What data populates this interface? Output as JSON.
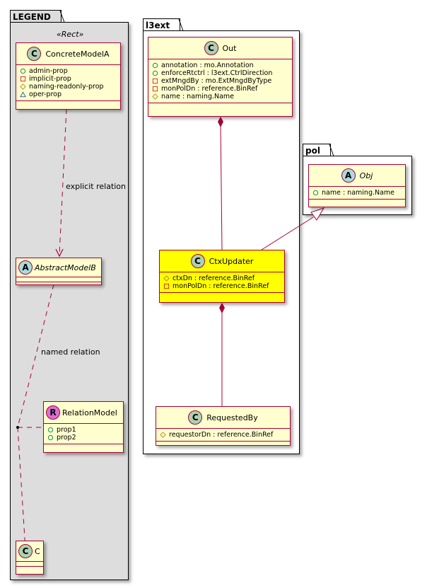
{
  "colors": {
    "class_fill": "#fefece",
    "class_border": "#a80036",
    "highlight_fill": "#ffff00",
    "legend_fill": "#dddddd",
    "protected_icon": "#b38d22",
    "public_icon": "#038048",
    "private_icon": "#c82930",
    "package_icon": "#1963a0"
  },
  "packages": {
    "legend": {
      "name": "LEGEND",
      "stereotype": "«Rect»",
      "classes": {
        "concrete": {
          "icon": "C",
          "name": "ConcreteModelA",
          "attributes": [
            {
              "visibility": "public",
              "text": "admin-prop"
            },
            {
              "visibility": "private",
              "text": "implicit-prop"
            },
            {
              "visibility": "protected",
              "text": "naming-readonly-prop"
            },
            {
              "visibility": "package",
              "text": "oper-prop"
            }
          ]
        },
        "abstract": {
          "icon": "A",
          "name": "AbstractModelB",
          "attributes": []
        },
        "relation": {
          "icon": "R",
          "name": "RelationModel",
          "attributes": [
            {
              "visibility": "public",
              "text": "prop1"
            },
            {
              "visibility": "public",
              "text": "prop2"
            }
          ]
        },
        "c": {
          "icon": "C",
          "name": "C",
          "attributes": []
        }
      },
      "links": {
        "explicit": "explicit relation",
        "named": "named relation"
      }
    },
    "l3ext": {
      "name": "l3ext",
      "classes": {
        "out": {
          "icon": "C",
          "name": "Out",
          "attributes": [
            {
              "visibility": "public",
              "text": "annotation : mo.Annotation"
            },
            {
              "visibility": "public",
              "text": "enforceRtctrl : l3ext.CtrlDirection"
            },
            {
              "visibility": "private",
              "text": "extMngdBy : mo.ExtMngdByType"
            },
            {
              "visibility": "private",
              "text": "monPolDn : reference.BinRef"
            },
            {
              "visibility": "protected",
              "text": "name : naming.Name"
            }
          ]
        },
        "ctx": {
          "icon": "C",
          "name": "CtxUpdater",
          "highlighted": true,
          "attributes": [
            {
              "visibility": "protected",
              "text": "ctxDn : reference.BinRef"
            },
            {
              "visibility": "private",
              "text": "monPolDn : reference.BinRef"
            }
          ]
        },
        "req": {
          "icon": "C",
          "name": "RequestedBy",
          "attributes": [
            {
              "visibility": "protected",
              "text": "requestorDn : reference.BinRef"
            }
          ]
        }
      }
    },
    "pol": {
      "name": "pol",
      "classes": {
        "obj": {
          "icon": "A",
          "name": "Obj",
          "attributes": [
            {
              "visibility": "public",
              "text": "name : naming.Name"
            }
          ]
        }
      }
    }
  },
  "relations": [
    {
      "from": "Out",
      "to": "CtxUpdater",
      "type": "composition"
    },
    {
      "from": "CtxUpdater",
      "to": "RequestedBy",
      "type": "composition"
    },
    {
      "from": "CtxUpdater",
      "to": "Obj",
      "type": "inheritance"
    },
    {
      "from": "ConcreteModelA",
      "to": "AbstractModelB",
      "type": "dependency",
      "label": "explicit relation"
    },
    {
      "from": "AbstractModelB",
      "to": "C",
      "type": "dependency",
      "label": "named relation",
      "association_class": "RelationModel"
    }
  ]
}
